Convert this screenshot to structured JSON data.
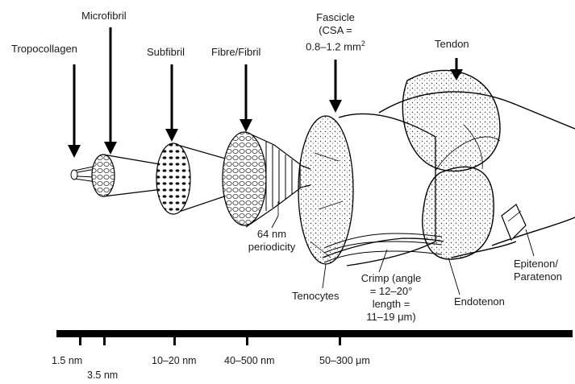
{
  "labels": {
    "tropocollagen": "Tropocollagen",
    "microfibril": "Microfibril",
    "subfibril": "Subfibril",
    "fibre_fibril": "Fibre/Fibril",
    "fascicle_line1": "Fascicle",
    "fascicle_line2": "(CSA =",
    "fascicle_line3_prefix": "0.8–1.2 mm",
    "fascicle_line3_sup": "2",
    "tendon": "Tendon",
    "periodicity_line1": "64 nm",
    "periodicity_line2": "periodicity",
    "tenocytes": "Tenocytes",
    "crimp_line1": "Crimp (angle",
    "crimp_line2": "= 12–20°",
    "crimp_line3": "length =",
    "crimp_line4": "11–19 μm)",
    "endotenon": "Endotenon",
    "epitenon_line1": "Epitenon/",
    "epitenon_line2": "Paratenon"
  },
  "scale": {
    "t1": "1.5 nm",
    "t2": "3.5 nm",
    "t3": "10–20 nm",
    "t4": "40–500 nm",
    "t5": "50–300 μm"
  }
}
